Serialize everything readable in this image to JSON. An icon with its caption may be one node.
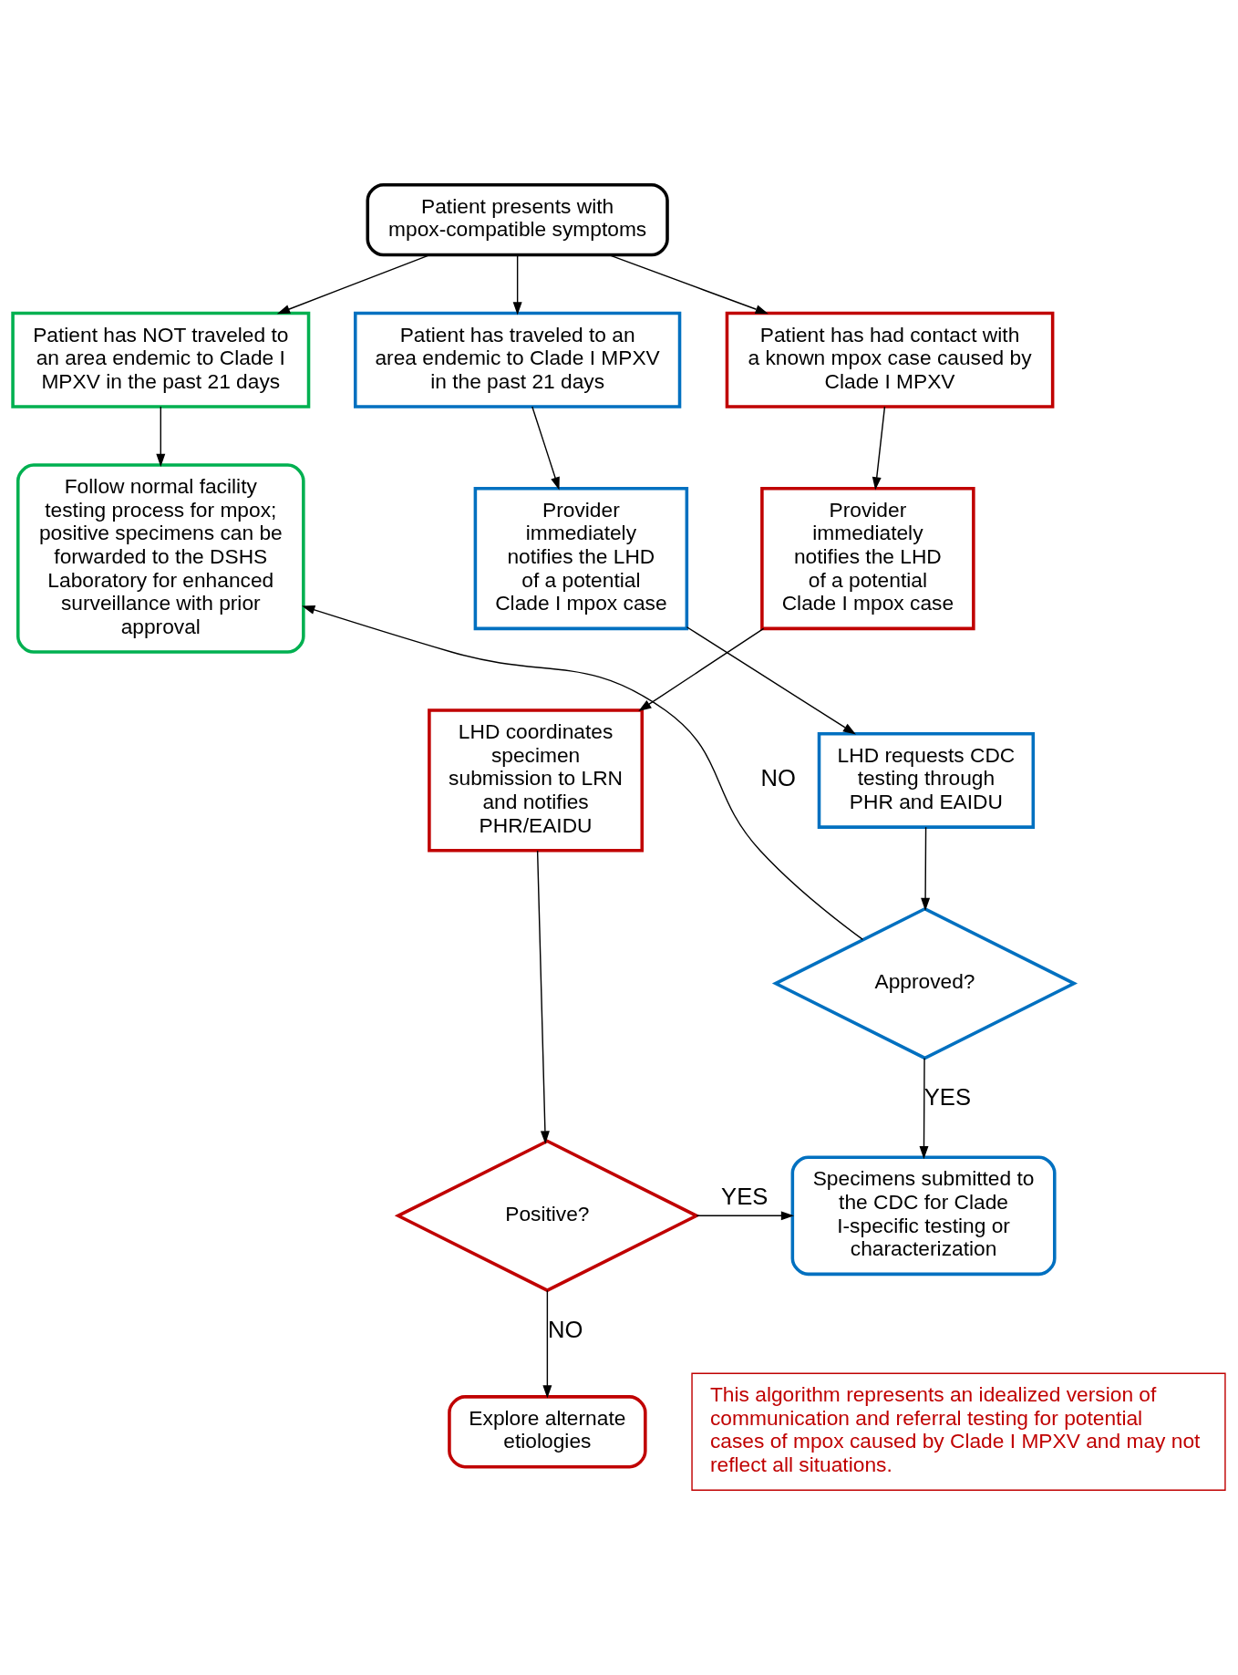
{
  "diagram": {
    "nodes": [
      {
        "text": [
          "Patient presents with mpox-compatible symptoms"
        ]
      },
      {
        "text": [
          "Patient has NOT traveled to an area endemic to Clade I MPXV in the past 21 days"
        ]
      },
      {
        "text": [
          "Patient has traveled to an area endemic to Clade I MPXV in the past 21 days"
        ]
      },
      {
        "text": [
          "Patient has had contact with a known mpox case caused by Clade I MPXV"
        ]
      },
      {
        "text": [
          "Follow normal facility testing process for mpox; positive specimens can be forwarded to the DSHS Laboratory for enhanced surveillance with prior approval"
        ]
      },
      {
        "text": [
          "Provider immediately notifies the LHD of a potential Clade I mpox case"
        ]
      },
      {
        "text": [
          "Provider immediately notifies the LHD of a potential Clade I mpox case"
        ]
      },
      {
        "text": [
          "LHD requests CDC testing through PHR and EAIDU"
        ]
      },
      {
        "text": [
          "LHD coordinates specimen submission to LRN and notifies PHR/EAIDU"
        ]
      },
      {
        "text": [
          "Approved?"
        ]
      },
      {
        "text": [
          "Specimens submitted to the CDC for Clade I-specific testing or characterization"
        ]
      },
      {
        "text": [
          "Positive?"
        ]
      },
      {
        "text": [
          "Explore alternate etiologies"
        ]
      },
      {
        "text": [
          "This algorithm represents an idealized version of communication and referral testing for potential cases of mpox caused by Clade I MPXV and may not reflect all situations."
        ]
      }
    ],
    "edges": [
      {
        "from": 0,
        "to": 1,
        "arrow": "to"
      },
      {
        "from": 0,
        "to": 2,
        "arrow": "to"
      },
      {
        "from": 0,
        "to": 3,
        "arrow": "to"
      },
      {
        "from": 1,
        "to": 4,
        "arrow": "to"
      },
      {
        "from": 2,
        "to": 5,
        "arrow": "to"
      },
      {
        "from": 3,
        "to": 6,
        "arrow": "to"
      },
      {
        "from": 5,
        "to": 7,
        "arrow": "to"
      },
      {
        "from": 6,
        "to": 8,
        "arrow": "to"
      },
      {
        "from": 7,
        "to": 9,
        "arrow": "to"
      },
      {
        "from": 9,
        "to": 4,
        "arrow": "to",
        "label": "NO"
      },
      {
        "from": 9,
        "to": 10,
        "arrow": "to",
        "label": "YES"
      },
      {
        "from": 8,
        "to": 11,
        "arrow": "to"
      },
      {
        "from": 11,
        "to": 10,
        "arrow": "to",
        "label": "YES"
      },
      {
        "from": 11,
        "to": 12,
        "arrow": "to",
        "label": "NO"
      }
    ]
  }
}
